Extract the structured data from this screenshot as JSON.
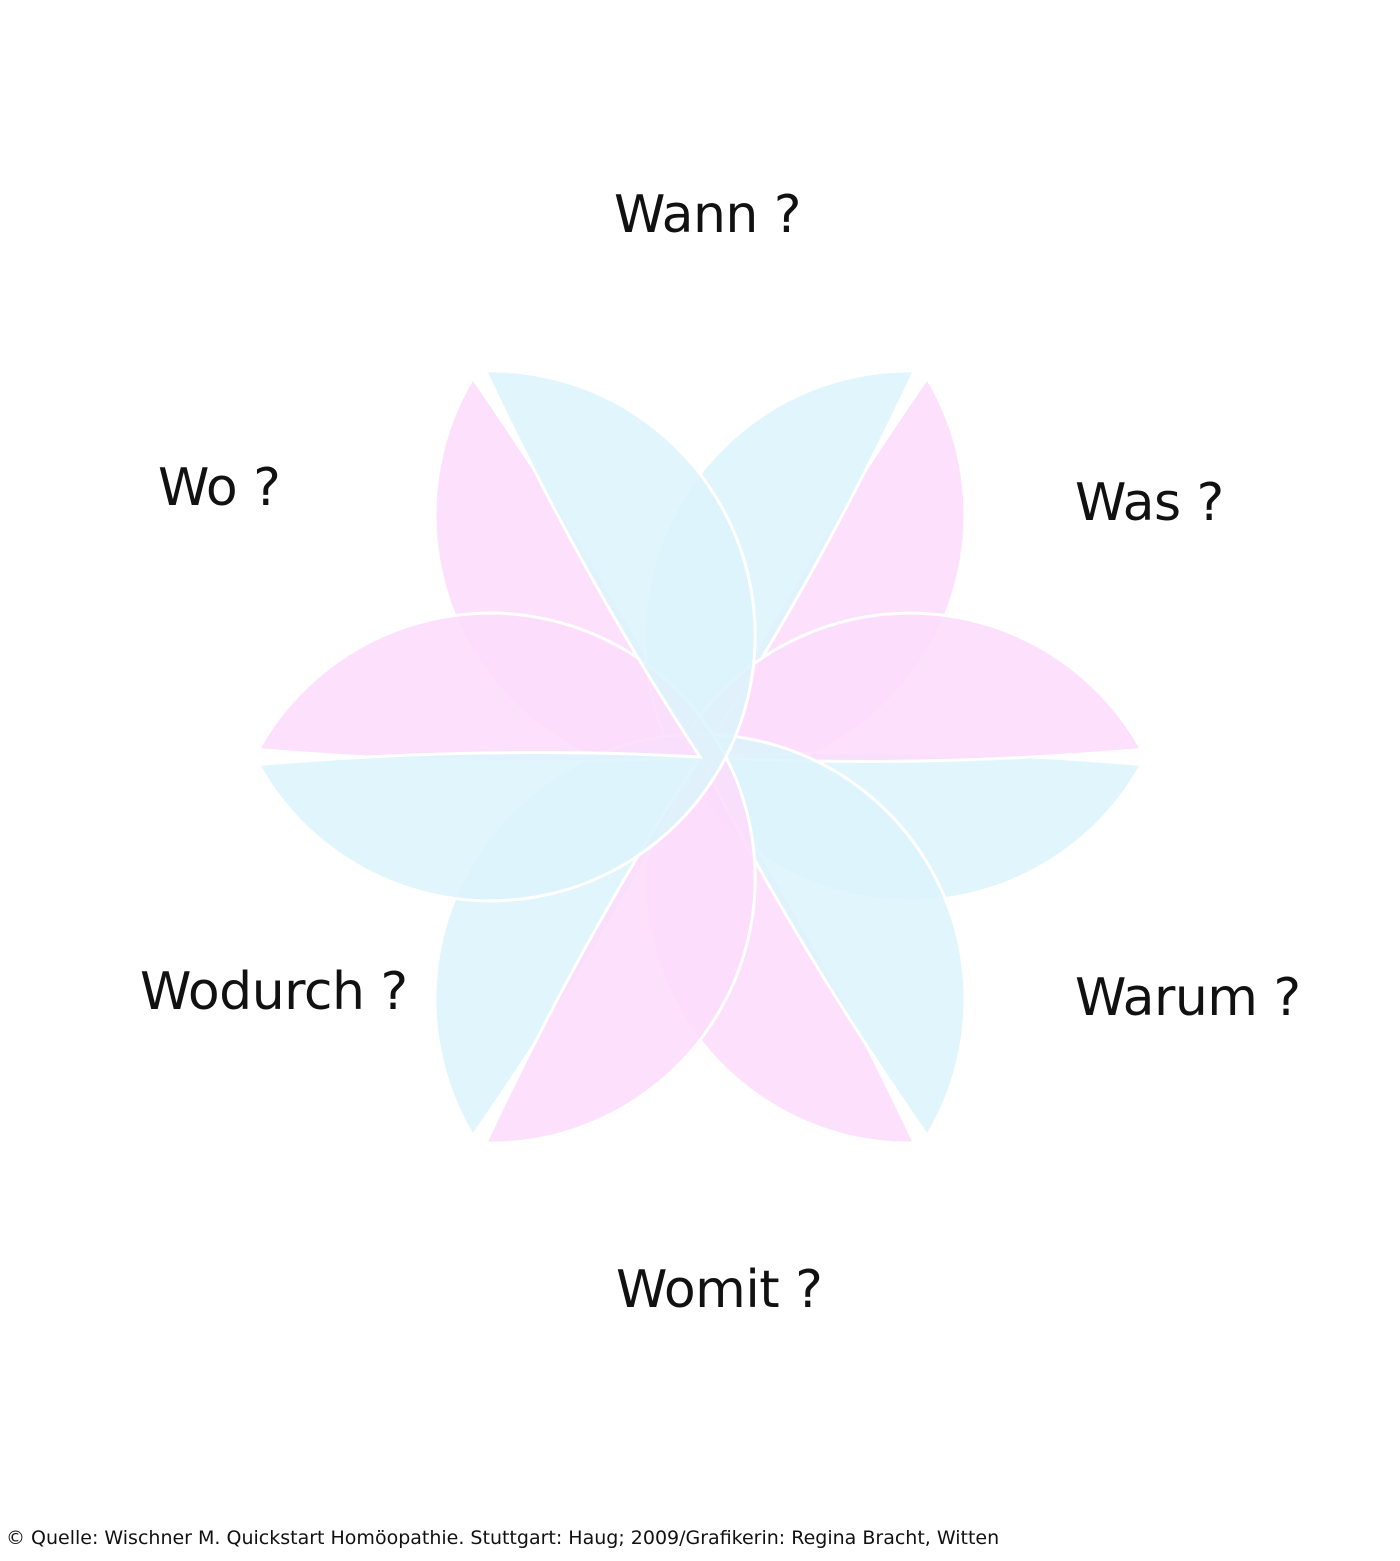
{
  "colors": {
    "pink_petal": "#fcdcfc",
    "blue_petal": "#dcf4fc",
    "petal_outline": "#ffffff",
    "text": "#111111"
  },
  "petals": [
    {
      "id": "wann",
      "label": "Wann ?",
      "color": "pink"
    },
    {
      "id": "was",
      "label": "Was ?",
      "color": "blue"
    },
    {
      "id": "warum",
      "label": "Warum ?",
      "color": "pink"
    },
    {
      "id": "womit",
      "label": "Womit ?",
      "color": "blue"
    },
    {
      "id": "wodurch",
      "label": "Wodurch ?",
      "color": "pink"
    },
    {
      "id": "wo",
      "label": "Wo ?",
      "color": "blue"
    }
  ],
  "credit": "© Quelle: Wischner M. Quickstart Homöopathie. Stuttgart: Haug; 2009/Grafikerin: Regina Bracht, Witten"
}
